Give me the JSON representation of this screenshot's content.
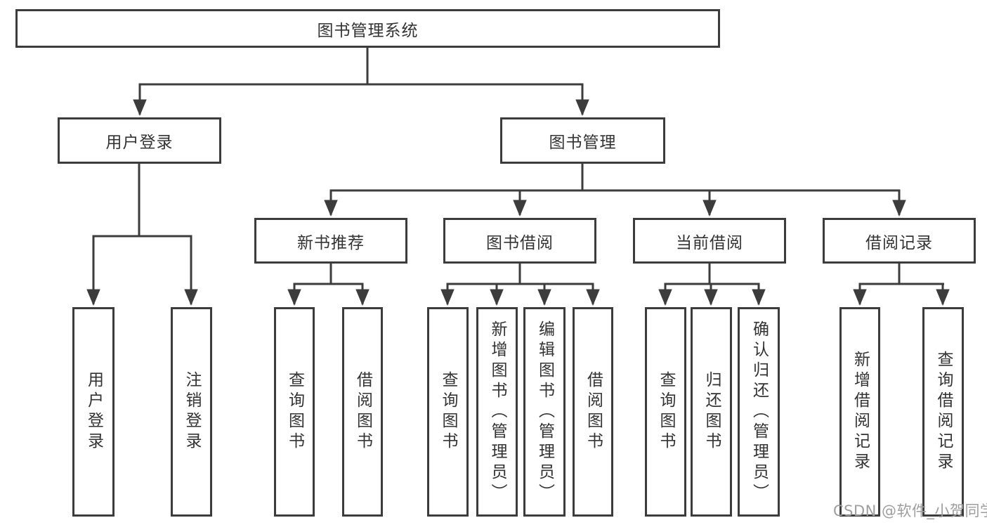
{
  "diagram_type": "hierarchy-tree",
  "tree": {
    "label": "图书管理系统",
    "children": [
      {
        "label": "用户登录",
        "children": [
          {
            "label": "用户登录"
          },
          {
            "label": "注销登录"
          }
        ]
      },
      {
        "label": "图书管理",
        "children": [
          {
            "label": "新书推荐",
            "children": [
              {
                "label": "查询图书"
              },
              {
                "label": "借阅图书"
              }
            ]
          },
          {
            "label": "图书借阅",
            "children": [
              {
                "label": "查询图书"
              },
              {
                "label": "新增图书（管理员）"
              },
              {
                "label": "编辑图书（管理员）"
              },
              {
                "label": "借阅图书"
              }
            ]
          },
          {
            "label": "当前借阅",
            "children": [
              {
                "label": "查询图书"
              },
              {
                "label": "归还图书"
              },
              {
                "label": "确认归还（管理员）"
              }
            ]
          },
          {
            "label": "借阅记录",
            "children": [
              {
                "label": "新增借阅记录"
              },
              {
                "label": "查询借阅记录"
              }
            ]
          }
        ]
      }
    ]
  },
  "watermark": {
    "text": "CSDN @软件_小贺同学"
  },
  "colors": {
    "line": "#3c3c3c",
    "node_text": "#333333",
    "node_bg": "#ffffff",
    "watermark": "#9e9e9e",
    "background": "#ffffff"
  }
}
